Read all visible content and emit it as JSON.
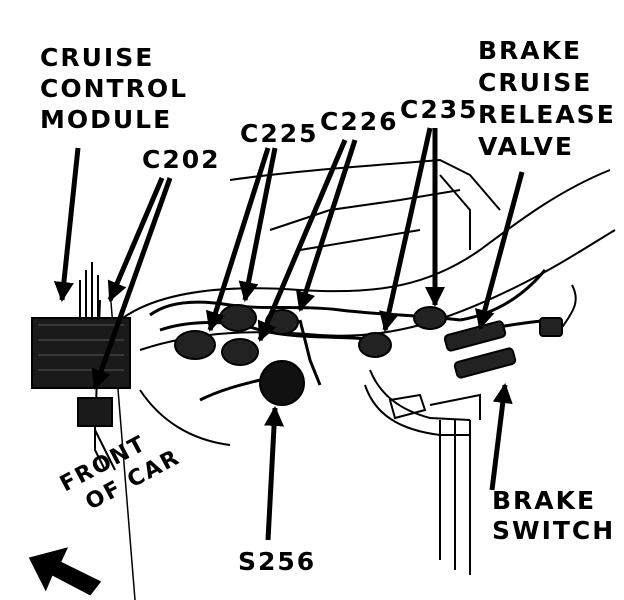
{
  "labels": {
    "cruise_module": [
      "CRUISE",
      "CONTROL",
      "MODULE"
    ],
    "c202": "C202",
    "c225": "C225",
    "c226": "C226",
    "c235": "C235",
    "brake_valve": [
      "BRAKE",
      "CRUISE",
      "RELEASE",
      "VALVE"
    ],
    "brake_switch": [
      "BRAKE",
      "SWITCH"
    ],
    "s256": "S256",
    "front_of_car": [
      "FRONT",
      "OF CAR"
    ]
  },
  "colors": {
    "ink": "#000000",
    "paper": "#ffffff",
    "shade": "#1a1a1a"
  }
}
